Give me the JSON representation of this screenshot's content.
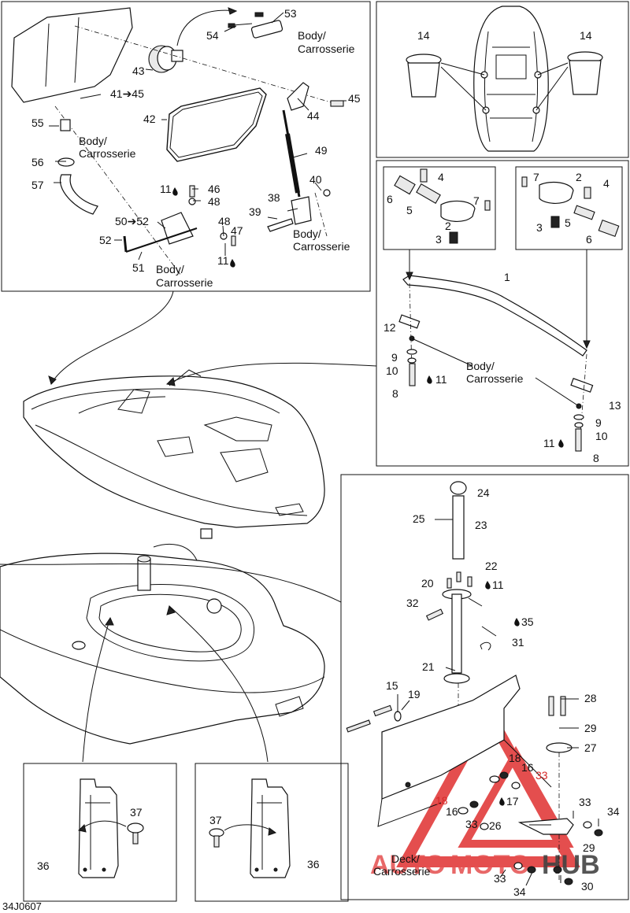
{
  "figure_id": "34J0607",
  "body_label": [
    "Body/",
    "Carrosserie"
  ],
  "deck_label": [
    "Deck/",
    "Carrosserie"
  ],
  "arrow_ref_41_45": "41➔45",
  "arrow_ref_50_52": "50➔52",
  "watermark": {
    "text_a": "AUTO",
    "text_b": "MOTO",
    "text_c": "HUB",
    "color": "#e03030"
  },
  "callouts": {
    "p1": "1",
    "p2": "2",
    "p3": "3",
    "p4": "4",
    "p5": "5",
    "p6": "6",
    "p7": "7",
    "p8": "8",
    "p9": "9",
    "p10": "10",
    "p11": "11",
    "p12": "12",
    "p13": "13",
    "p14": "14",
    "p15": "15",
    "p16": "16",
    "p17": "17",
    "p18": "18",
    "p19": "19",
    "p20": "20",
    "p21": "21",
    "p22": "22",
    "p23": "23",
    "p24": "24",
    "p25": "25",
    "p26": "26",
    "p27": "27",
    "p28": "28",
    "p29": "29",
    "p30": "30",
    "p31": "31",
    "p32": "32",
    "p33": "33",
    "p34": "34",
    "p35": "35",
    "p36": "36",
    "p37": "37",
    "p38": "38",
    "p39": "39",
    "p40": "40",
    "p42": "42",
    "p43": "43",
    "p44": "44",
    "p45": "45",
    "p46": "46",
    "p47": "47",
    "p48": "48",
    "p49": "49",
    "p51": "51",
    "p52": "52",
    "p53": "53",
    "p54": "54",
    "p55": "55",
    "p56": "56",
    "p57": "57"
  }
}
